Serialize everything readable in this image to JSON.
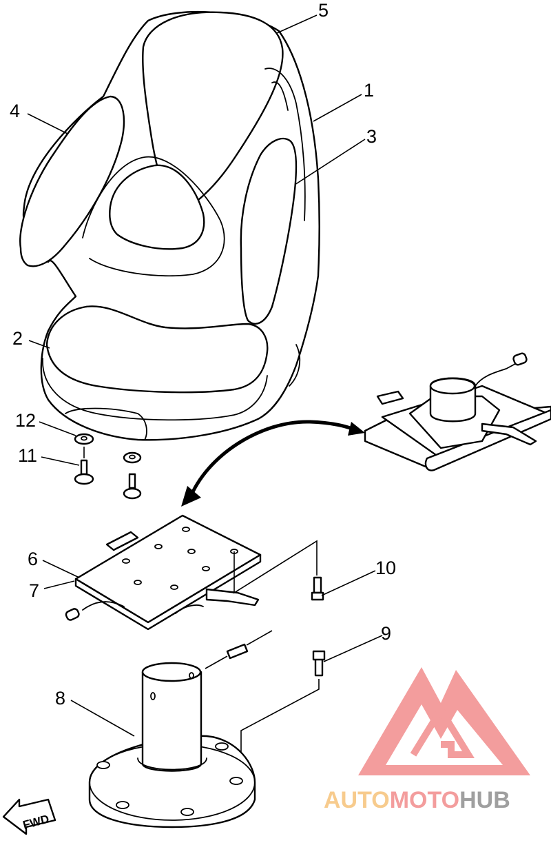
{
  "callouts": [
    "1",
    "2",
    "3",
    "4",
    "5",
    "6",
    "7",
    "8",
    "9",
    "10",
    "11",
    "12"
  ],
  "fwd_label": "FWD",
  "logo": {
    "text_part1": "AUTO",
    "text_part2": "MOTO",
    "text_part3": "HUB",
    "color_primary": "#f28c8c",
    "color_accent": "#f6c27a",
    "color_dark": "#8f8f8f"
  }
}
